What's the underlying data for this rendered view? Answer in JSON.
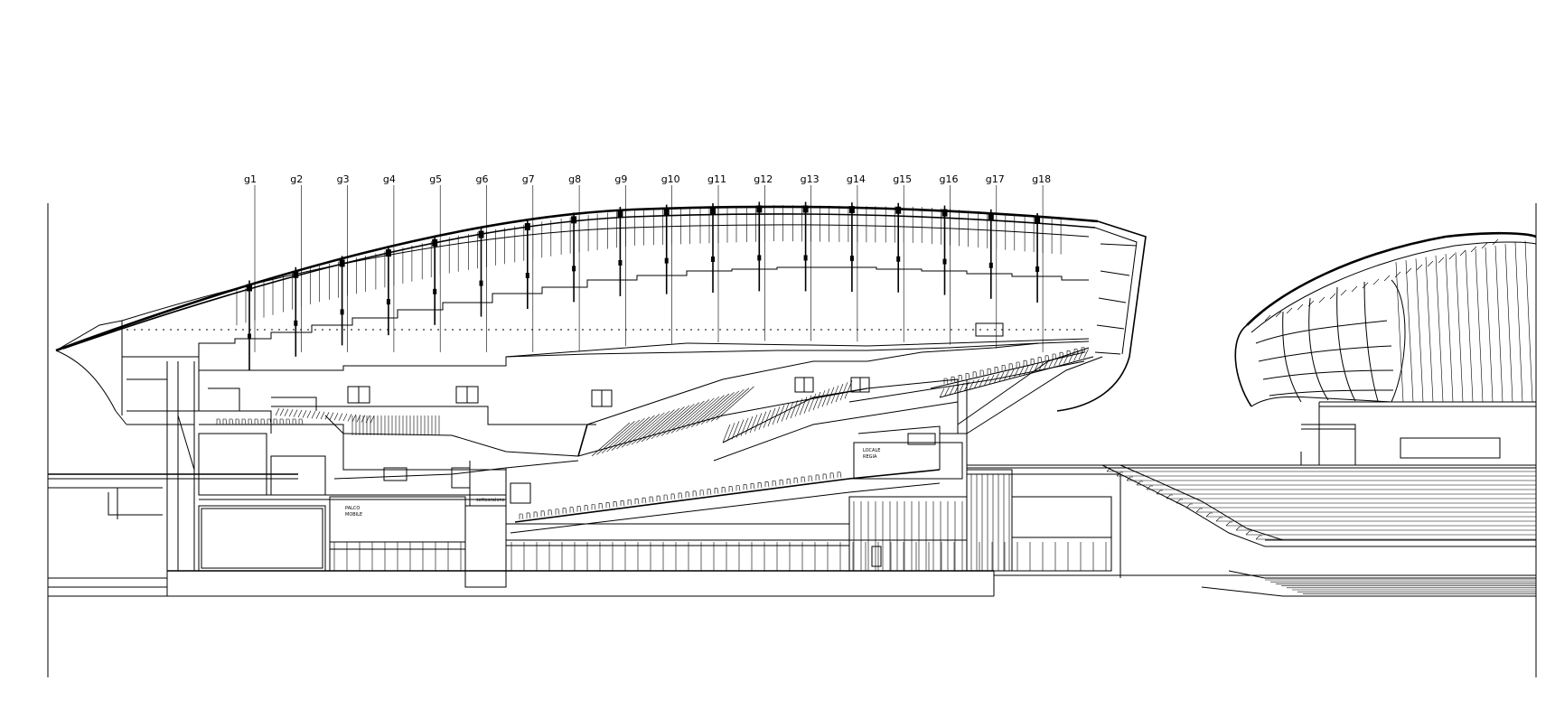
{
  "drawing": {
    "background": "#ffffff",
    "line_color": "#000000",
    "grid_labels": [
      "g1",
      "g2",
      "g3",
      "g4",
      "g5",
      "g6",
      "g7",
      "g8",
      "g9",
      "g10",
      "g11",
      "g12",
      "g13",
      "g14",
      "g15",
      "g16",
      "g17",
      "g18"
    ],
    "notes": {
      "palco_mobile_1": "PALCO",
      "palco_mobile_2": "MOBILE",
      "locale_regia_1": "LOCALE",
      "locale_regia_2": "REGIA",
      "sottoscala": "sottoscalone"
    }
  }
}
